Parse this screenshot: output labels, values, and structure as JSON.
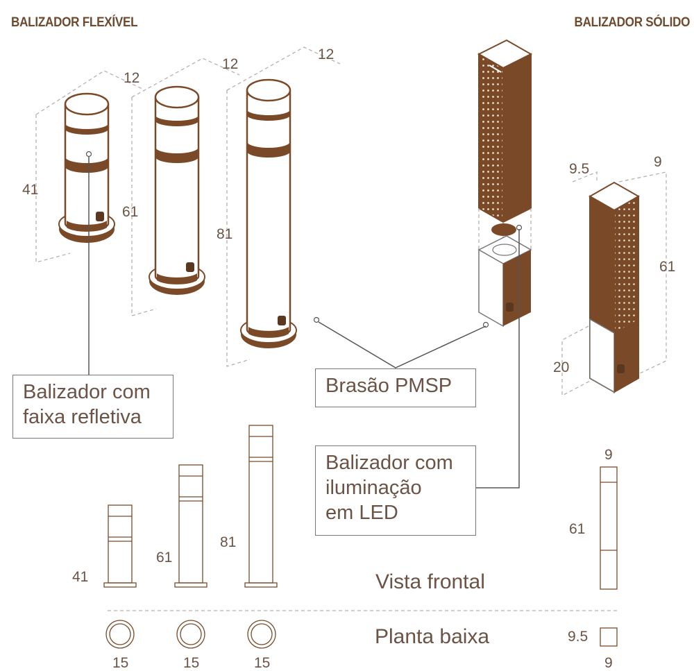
{
  "titles": {
    "flexible": "BALIZADOR FLEXÍVEL",
    "solid": "BALIZADOR SÓLIDO"
  },
  "dimensions": {
    "flex_small_width": "12",
    "flex_small_height": "41",
    "flex_medium_width": "12",
    "flex_medium_height": "61",
    "flex_large_width": "12",
    "flex_large_height": "81",
    "solid_depth": "9.5",
    "solid_width": "9",
    "solid_height": "61",
    "solid_base": "20"
  },
  "callouts": {
    "reflective": [
      "Balizador com",
      "faixa refletiva"
    ],
    "crest": "Brasão PMSP",
    "led": [
      "Balizador com",
      "iluminação",
      "em LED"
    ]
  },
  "front_view": {
    "label": "Vista frontal",
    "small": "41",
    "medium": "61",
    "large": "81",
    "solid_width": "9",
    "solid_height": "61"
  },
  "plan_view": {
    "label": "Planta baixa",
    "small": "15",
    "medium": "15",
    "large": "15",
    "solid_depth": "9.5",
    "solid_width": "9"
  },
  "colors": {
    "corten": "#7a4a28",
    "line": "#6b5346",
    "dash": "#b8b0aa"
  }
}
